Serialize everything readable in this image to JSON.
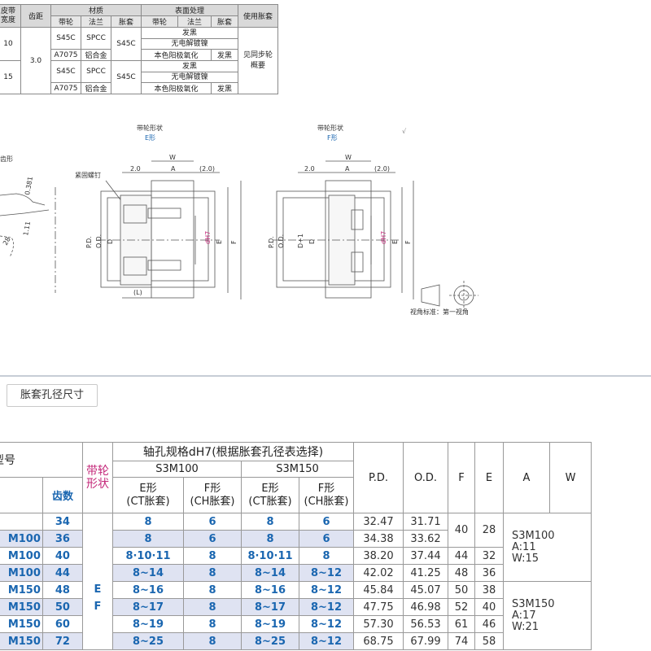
{
  "spec_table": {
    "headers": {
      "belt_width": "皮带\n宽度",
      "pitch": "齿距",
      "material": "材质",
      "pulley": "带轮",
      "flange": "法兰",
      "bushing": "胀套",
      "surface": "表面处理",
      "surface_pulley": "带轮",
      "surface_flange": "法兰",
      "surface_bushing": "胀套",
      "use_bushing": "使用胀套"
    },
    "pitch_value": "3.0",
    "use_note": "见同步轮\n概要",
    "rows": [
      {
        "width": "10",
        "pulley": "S45C",
        "flange": "SPCC",
        "bushing": "S45C",
        "surface": "发黑",
        "surface2": "无电解镀镍"
      },
      {
        "pulley": "A7075",
        "flange": "铝合金",
        "surface_pulley": "本色阳极氧化",
        "surface_flange": "发黑"
      },
      {
        "width": "15",
        "pulley": "S45C",
        "flange": "SPCC",
        "bushing": "S45C",
        "surface": "发黑",
        "surface2": "无电解镀镍"
      },
      {
        "pulley": "A7075",
        "flange": "铝合金",
        "surface_pulley": "本色阳极氧化",
        "surface_flange": "发黑"
      }
    ]
  },
  "diagrams": {
    "e_title": "带轮形状",
    "e_type": "E形",
    "f_title": "带轮形状",
    "f_type": "F形",
    "screw_label": "紧固螺钉",
    "dim_2": "2.0",
    "dim_2p": "(2.0)",
    "dim_A": "A",
    "dim_W": "W",
    "dim_L": "(L)",
    "dim_PD": "P.D.",
    "dim_OD": "O.D.",
    "dim_D": "D",
    "dim_Dp1": "D+1",
    "dim_dH7": "dH7",
    "dim_E": "E",
    "dim_F": "F",
    "partial_label": "齿形",
    "partial_0381": "0.381",
    "partial_111": "1.11",
    "partial_28": "28",
    "view_label": "视角标准：第一视角"
  },
  "tab": {
    "label": "胀套孔径尺寸"
  },
  "main_table": {
    "h_model": "型号",
    "h_shaft": "轴孔规格dH7(根据胀套孔径表选择)",
    "h_shape": "带轮\n形状",
    "h_s3m100": "S3M100",
    "h_s3m150": "S3M150",
    "h_teeth": "齿数",
    "h_e_ct": "E形\n(CT胀套)",
    "h_f_ch": "F形\n(CH胀套)",
    "h_pd": "P.D.",
    "h_od": "O.D.",
    "h_f": "F",
    "h_e": "E",
    "h_a": "A",
    "h_w": "W",
    "shape_E": "E",
    "shape_F": "F",
    "a_s3m100": "S3M100\nA:11\nW:15",
    "a_s3m150": "S3M150\nA:17\nW:21",
    "models": [
      "",
      "M100",
      "M100",
      "M100",
      "M150",
      "M150",
      "M150",
      "M150"
    ],
    "rows": [
      {
        "teeth": "34",
        "e100": "8",
        "f100": "6",
        "e150": "8",
        "f150": "6",
        "pd": "32.47",
        "od": "31.71"
      },
      {
        "teeth": "36",
        "e100": "8",
        "f100": "6",
        "e150": "8",
        "f150": "6",
        "pd": "34.38",
        "od": "33.62"
      },
      {
        "teeth": "40",
        "e100": "8·10·11",
        "f100": "8",
        "e150": "8·10·11",
        "f150": "8",
        "pd": "38.20",
        "od": "37.44",
        "f": "44",
        "e": "32"
      },
      {
        "teeth": "44",
        "e100": "8~14",
        "f100": "8",
        "e150": "8~14",
        "f150": "8~12",
        "pd": "42.02",
        "od": "41.25",
        "f": "48",
        "e": "36"
      },
      {
        "teeth": "48",
        "e100": "8~16",
        "f100": "8",
        "e150": "8~16",
        "f150": "8~12",
        "pd": "45.84",
        "od": "45.07",
        "f": "50",
        "e": "38"
      },
      {
        "teeth": "50",
        "e100": "8~17",
        "f100": "8",
        "e150": "8~17",
        "f150": "8~12",
        "pd": "47.75",
        "od": "46.98",
        "f": "52",
        "e": "40"
      },
      {
        "teeth": "60",
        "e100": "8~19",
        "f100": "8",
        "e150": "8~19",
        "f150": "8~12",
        "pd": "57.30",
        "od": "56.53",
        "f": "61",
        "e": "46"
      },
      {
        "teeth": "72",
        "e100": "8~25",
        "f100": "8",
        "e150": "8~25",
        "f150": "8~12",
        "pd": "68.75",
        "od": "67.99",
        "f": "74",
        "e": "58"
      }
    ],
    "fe_merged": {
      "f": "40",
      "e": "28"
    }
  }
}
